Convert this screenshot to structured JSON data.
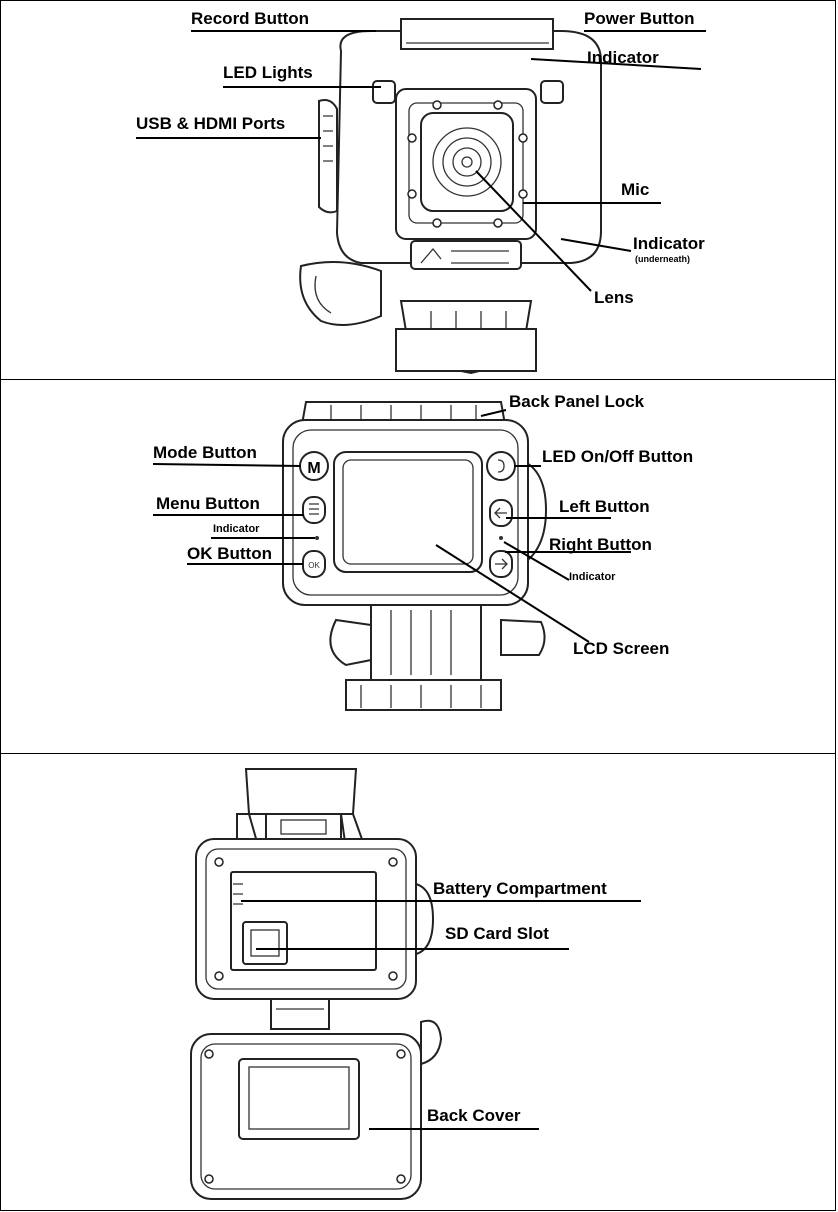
{
  "front_view": {
    "labels": {
      "record_button": "Record Button",
      "power_button": "Power Button",
      "indicator_top": "Indicator",
      "led_lights": "LED Lights",
      "usb_hdmi_ports": "USB & HDMI Ports",
      "mic": "Mic",
      "indicator_bottom": "Indicator",
      "indicator_bottom_note": "(underneath)",
      "lens": "Lens"
    }
  },
  "back_view": {
    "labels": {
      "back_panel_lock": "Back Panel Lock",
      "mode_button": "Mode Button",
      "led_onoff_button": "LED On/Off Button",
      "menu_button": "Menu Button",
      "indicator_left": "Indicator",
      "left_button": "Left Button",
      "ok_button": "OK Button",
      "right_button": "Right Button",
      "indicator_right": "Indicator",
      "lcd_screen": "LCD Screen"
    },
    "button_glyphs": {
      "mode": "M",
      "ok": "OK"
    }
  },
  "open_view": {
    "labels": {
      "battery_compartment": "Battery Compartment",
      "sd_card_slot": "SD Card Slot",
      "back_cover": "Back Cover"
    }
  }
}
